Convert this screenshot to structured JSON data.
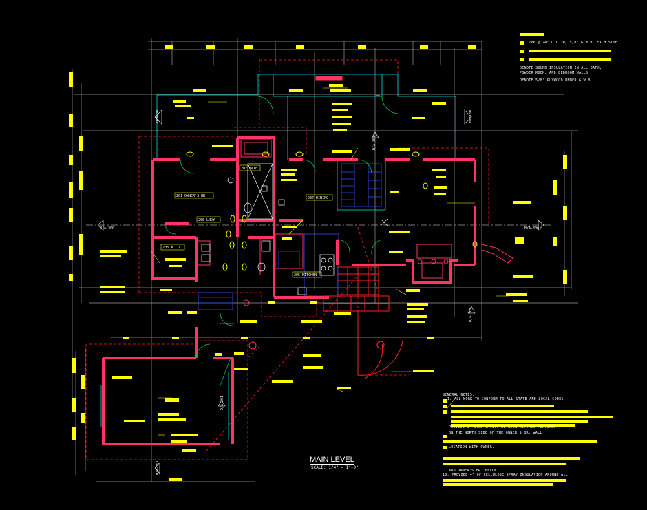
{
  "title": "MAIN LEVEL",
  "scale": "SCALE: 1/4\" = 1'-0\"",
  "rooms": {
    "owners_br": "201 OWNER'S BR.",
    "bath": "202 BATH",
    "dining": "207 DINING",
    "laundry": "206 LNDY",
    "wic": "203 W.I.C.",
    "kitchen": "205 KITCHEN"
  },
  "section_marks": {
    "left": "B/A-300",
    "right": "B/A-300",
    "top_left": "D/A-301",
    "top_mid": "D/A-301",
    "top_right": "B/A-301",
    "bottom_right": "B/A-301",
    "bottom_left": "D/A-301",
    "garage_mid": "D/A-301"
  },
  "legend_top": {
    "line1": "2x6 @ 24\" O.C. W/ 5/8\" G.W.B. EACH SIDE",
    "line2": "DENOTE SOUND INSULATION IN ALL BATH,",
    "line3": "POWDER ROOM, AND BEDROOM WALLS",
    "line4": "DENOTE 5/8\" PLYWOOD UNDER G.W.B."
  },
  "general_notes": {
    "heading": "GENERAL NOTES:",
    "line1": "1. ALL WORK TO CONFORM TO ALL STATE AND LOCAL CODES",
    "line2": "PROVIDE 1\" STUD CAVITY BETWEEN KITCHEN FIXTURES",
    "line3": "ON THE NORTH SIDE OF THE OWNER'S BR. WALL",
    "line4": "LOCATION WITH OWNER.",
    "line5": "AND OWNER'S BR. BELOW",
    "line6": "10. PROVIDE 4\" OF CELLULOSE SPRAY INSULATION AROUND ALL"
  },
  "colors": {
    "wall": "#ff3366",
    "dashed": "#ff2020",
    "cyan": "#00e0e0",
    "yellow": "#ffff00",
    "blue": "#3050ff",
    "white": "#ffffff",
    "grey": "#9a9a9a",
    "green": "#00cc44"
  }
}
